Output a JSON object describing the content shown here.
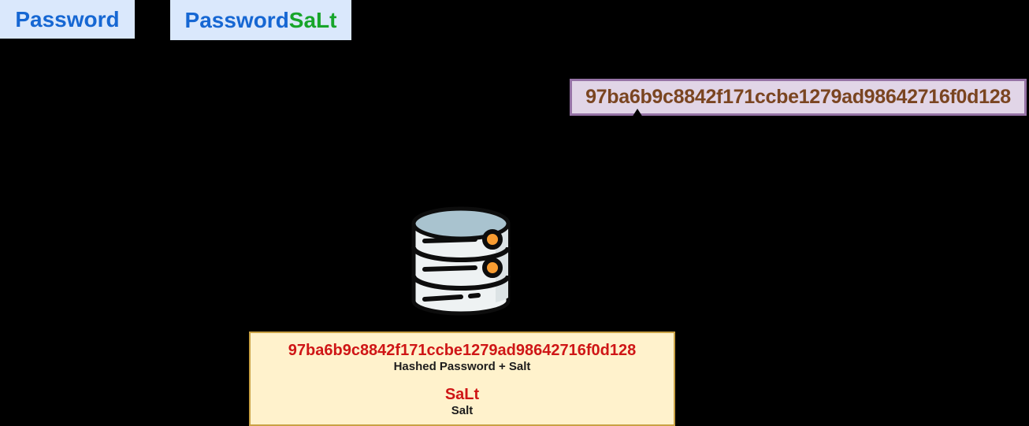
{
  "diagram": {
    "password_box": {
      "label": "Password"
    },
    "concat_box": {
      "password_part": "Password",
      "salt_part": "SaLt"
    },
    "hash_output_box": {
      "hash": "97ba6b9c8842f171ccbe1279ad98642716f0d128"
    },
    "database": {
      "icon": "database-icon"
    },
    "stored_record_box": {
      "hash": "97ba6b9c8842f171ccbe1279ad98642716f0d128",
      "hash_caption": "Hashed Password + Salt",
      "salt_value": "SaLt",
      "salt_caption": "Salt"
    },
    "colors": {
      "background": "#000000",
      "blue_box_fill": "#dae8fc",
      "blue_text": "#1667d3",
      "green_text": "#17a52a",
      "purple_box_fill": "#e1d5e7",
      "purple_box_border": "#9673a6",
      "brown_text": "#7a4521",
      "yellow_box_fill": "#fff2cc",
      "yellow_box_border": "#c9a144",
      "red_text": "#cf1616",
      "dark_text": "#1c1c1c",
      "db_top": "#a9c3cf",
      "db_body": "#eef2f3",
      "db_orange": "#f89c31"
    }
  }
}
